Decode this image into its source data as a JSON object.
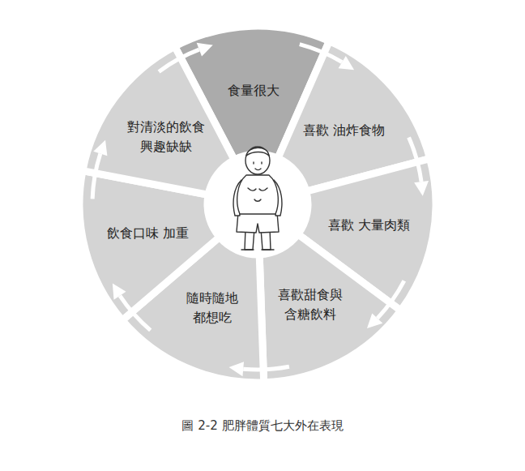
{
  "diagram": {
    "caption": "圖 2-2 肥胖體質七大外在表現",
    "nodes": [
      {
        "text": [
          "食量很大"
        ]
      },
      {
        "text": [
          "喜歡 油炸食物"
        ]
      },
      {
        "text": [
          "喜歡 大量肉類"
        ]
      },
      {
        "text": [
          "喜歡甜食與 含糖飲料"
        ]
      },
      {
        "text": [
          "隨時隨地 都想吃"
        ]
      },
      {
        "text": [
          "飲食口味 加重"
        ]
      },
      {
        "text": [
          "對清淡的飲食 興趣缺缺"
        ]
      }
    ],
    "edges": [
      {
        "from": 0,
        "to": 1,
        "arrow": "to"
      },
      {
        "from": 1,
        "to": 2,
        "arrow": "to"
      },
      {
        "from": 2,
        "to": 3,
        "arrow": "to"
      },
      {
        "from": 3,
        "to": 4,
        "arrow": "to"
      },
      {
        "from": 4,
        "to": 5,
        "arrow": "to"
      },
      {
        "from": 5,
        "to": 6,
        "arrow": "to"
      },
      {
        "from": 6,
        "to": 0,
        "arrow": "to"
      }
    ]
  }
}
